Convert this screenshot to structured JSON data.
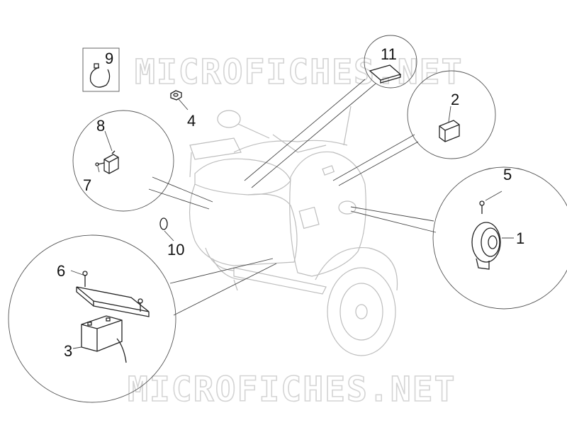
{
  "watermark": {
    "text": "MICROFICHES.NET"
  },
  "callouts": {
    "c1": "1",
    "c2": "2",
    "c3": "3",
    "c4": "4",
    "c5": "5",
    "c6": "6",
    "c7": "7",
    "c8": "8",
    "c9": "9",
    "c10": "10",
    "c11": "11"
  }
}
